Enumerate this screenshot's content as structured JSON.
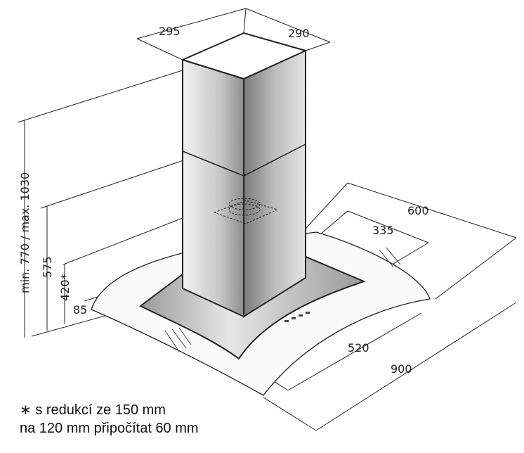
{
  "dimensions": {
    "chimney_width": "295",
    "chimney_depth": "290",
    "canopy_depth": "600",
    "chimney_offset": "335",
    "canopy_width": "520",
    "glass_width": "900",
    "total_height": "min. 770 / max. 1030",
    "height_575": "575",
    "height_420": "420*",
    "canopy_height": "85"
  },
  "footnote": {
    "line1": "∗ s redukcí ze 150 mm",
    "line2": "na 120 mm připočítat 60 mm"
  },
  "colors": {
    "line": "#222222",
    "steel_light": "#e8e8e8",
    "steel_dark": "#8a8a8a"
  }
}
